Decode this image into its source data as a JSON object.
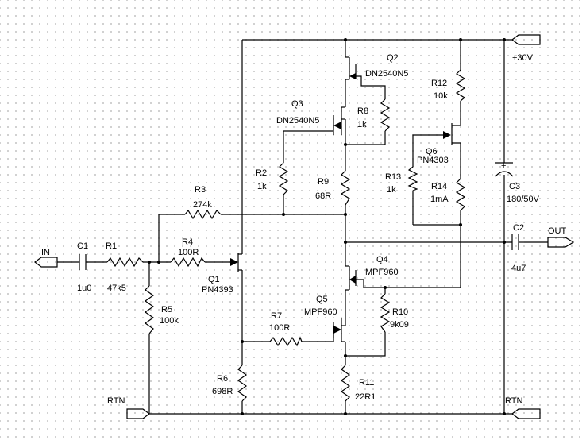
{
  "labels": {
    "in": "IN",
    "out": "OUT",
    "vplus": "+30V",
    "rtn_left": "RTN",
    "rtn_right": "RTN"
  },
  "components": {
    "C1": {
      "ref": "C1",
      "value": "1u0"
    },
    "C2": {
      "ref": "C2",
      "value": "4u7"
    },
    "C3": {
      "ref": "C3",
      "value": "180/50V",
      "polarity": "+"
    },
    "R1": {
      "ref": "R1",
      "value": "47k5"
    },
    "R2": {
      "ref": "R2",
      "value": "1k"
    },
    "R3": {
      "ref": "R3",
      "value": "274k"
    },
    "R4": {
      "ref": "R4",
      "value": "100R"
    },
    "R5": {
      "ref": "R5",
      "value": "100k"
    },
    "R6": {
      "ref": "R6",
      "value": "698R"
    },
    "R7": {
      "ref": "R7",
      "value": "100R"
    },
    "R8": {
      "ref": "R8",
      "value": "1k"
    },
    "R9": {
      "ref": "R9",
      "value": "68R"
    },
    "R10": {
      "ref": "R10",
      "value": "9k09"
    },
    "R11": {
      "ref": "R11",
      "value": "22R1"
    },
    "R12": {
      "ref": "R12",
      "value": "10k"
    },
    "R13": {
      "ref": "R13",
      "value": "1k"
    },
    "R14": {
      "ref": "R14",
      "value": "1mA"
    },
    "Q1": {
      "ref": "Q1",
      "value": "PN4393"
    },
    "Q2": {
      "ref": "Q2",
      "value": "DN2540N5"
    },
    "Q3": {
      "ref": "Q3",
      "value": "DN2540N5"
    },
    "Q4": {
      "ref": "Q4",
      "value": "MPF960"
    },
    "Q5": {
      "ref": "Q5",
      "value": "MPF960"
    },
    "Q6": {
      "ref": "Q6",
      "value": "PN4303"
    }
  }
}
